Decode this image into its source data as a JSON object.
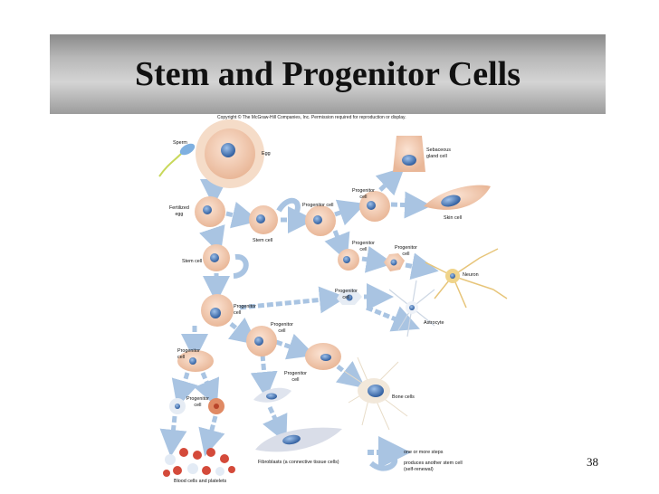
{
  "slide": {
    "title": "Stem and Progenitor Cells",
    "copyright": "Copyright © The McGraw-Hill Companies, Inc. Permission required for reproduction or display.",
    "slide_number": "38"
  },
  "labels": {
    "sperm": "Sperm",
    "egg": "Egg",
    "sebaceous": "Sebaceous\ngland cell",
    "fertilized_egg": "Fertilized\negg",
    "progenitor_cell_1": "Progenitor cell",
    "progenitor_top": "Progenitor\ncell",
    "skin_cell": "Skin cell",
    "stem_cell_top": "Stem cell",
    "progenitor_mid1": "Progenitor\ncell",
    "progenitor_mid2": "Progenitor\ncell",
    "stem_cell_left": "Stem cell",
    "neuron": "Neuron",
    "progenitor_mid3": "Progenitor\ncell",
    "progenitor_center": "Progenitor\ncell",
    "astrocyte": "Astrocyte",
    "progenitor_center2": "Progenitor\ncell",
    "progenitor_left": "Progenitor\ncell",
    "progenitor_lower": "Progenitor\ncell",
    "bone_cells": "Bone cells",
    "progenitor_bottom": "Progenitor\ncell",
    "fibroblasts": "Fibroblasts (a connective tissue cells)",
    "blood_cells": "Blood cells and platelets"
  },
  "legend": {
    "one_or_more": "one or more steps",
    "self_renewal": "produces another stem cell\n(self-renewal)"
  },
  "colors": {
    "cell_fill": "#f2c9ae",
    "nucleus": "#5b86c6",
    "arrow": "#a9c4e2"
  }
}
